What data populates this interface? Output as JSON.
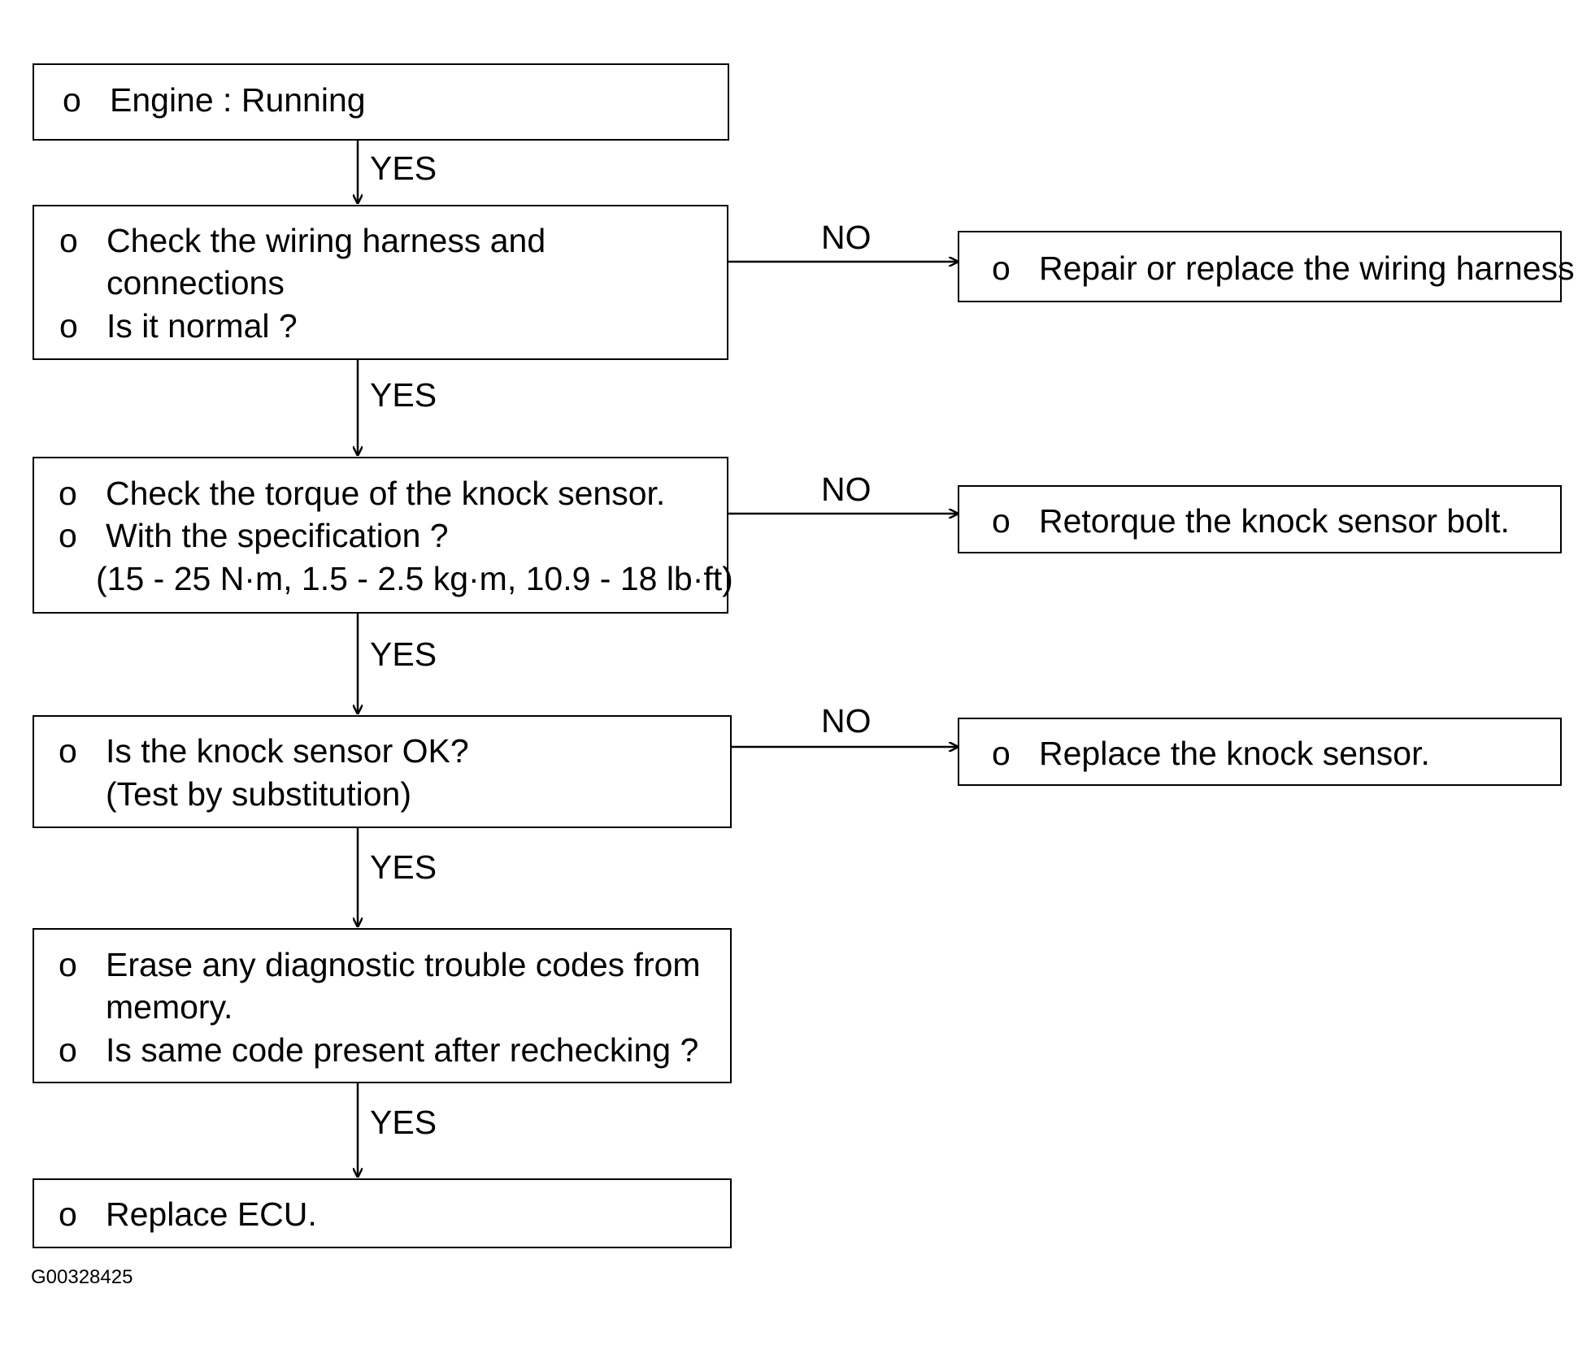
{
  "bullet": "o",
  "boxes": {
    "b1": {
      "l1": "Engine : Running"
    },
    "b2": {
      "l1": "Check the wiring harness and",
      "l2": "connections",
      "l3": "Is it normal ?"
    },
    "b3": {
      "l1": "Check the torque of the knock sensor.",
      "l2": "With the specification ?",
      "l3": "(15 - 25 N·m, 1.5 - 2.5 kg·m, 10.9 - 18 lb·ft)"
    },
    "b4": {
      "l1": "Is the knock sensor OK?",
      "l2": "(Test by substitution)"
    },
    "b5": {
      "l1": "Erase any diagnostic trouble codes from",
      "l2": "memory.",
      "l3": "Is same code present after rechecking ?"
    },
    "b6": {
      "l1": "Replace ECU."
    },
    "r1": {
      "l1": "Repair or replace the wiring harness"
    },
    "r2": {
      "l1": "Retorque the knock sensor bolt."
    },
    "r3": {
      "l1": "Replace the knock sensor."
    }
  },
  "labels": {
    "yes": "YES",
    "no": "NO"
  },
  "figure_id": "G00328425"
}
